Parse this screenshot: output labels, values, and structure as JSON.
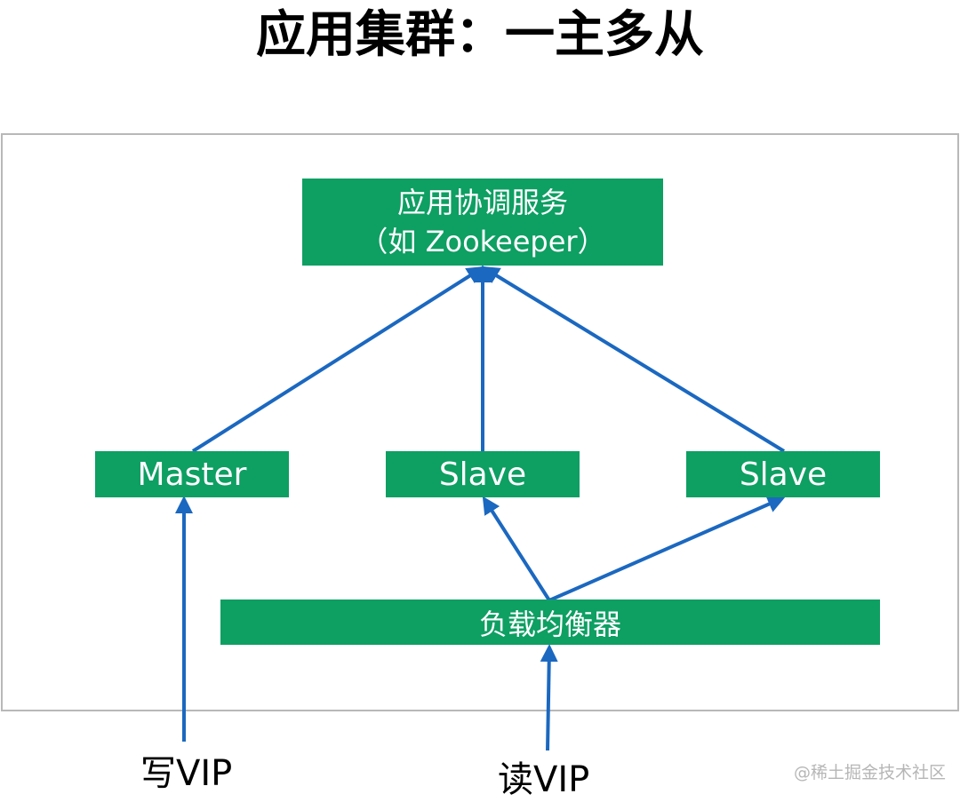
{
  "title": "应用集群：一主多从",
  "nodes": {
    "coordinator": {
      "line1": "应用协调服务",
      "line2": "（如 Zookeeper）"
    },
    "master": "Master",
    "slave_left": "Slave",
    "slave_right": "Slave",
    "load_balancer": "负载均衡器"
  },
  "labels": {
    "write_vip": "写VIP",
    "read_vip": "读VIP"
  },
  "watermark": "@稀土掘金技术社区",
  "colors": {
    "node_fill": "#0e9f63",
    "node_text": "#ffffff",
    "arrow": "#1b68c0",
    "frame_border": "#b8b8b8"
  },
  "edges": [
    {
      "from": "master",
      "to": "coordinator"
    },
    {
      "from": "slave_left",
      "to": "coordinator"
    },
    {
      "from": "slave_right",
      "to": "coordinator"
    },
    {
      "from": "load_balancer",
      "to": "slave_left"
    },
    {
      "from": "load_balancer",
      "to": "slave_right"
    },
    {
      "from": "write_vip",
      "to": "master"
    },
    {
      "from": "read_vip",
      "to": "load_balancer"
    }
  ]
}
